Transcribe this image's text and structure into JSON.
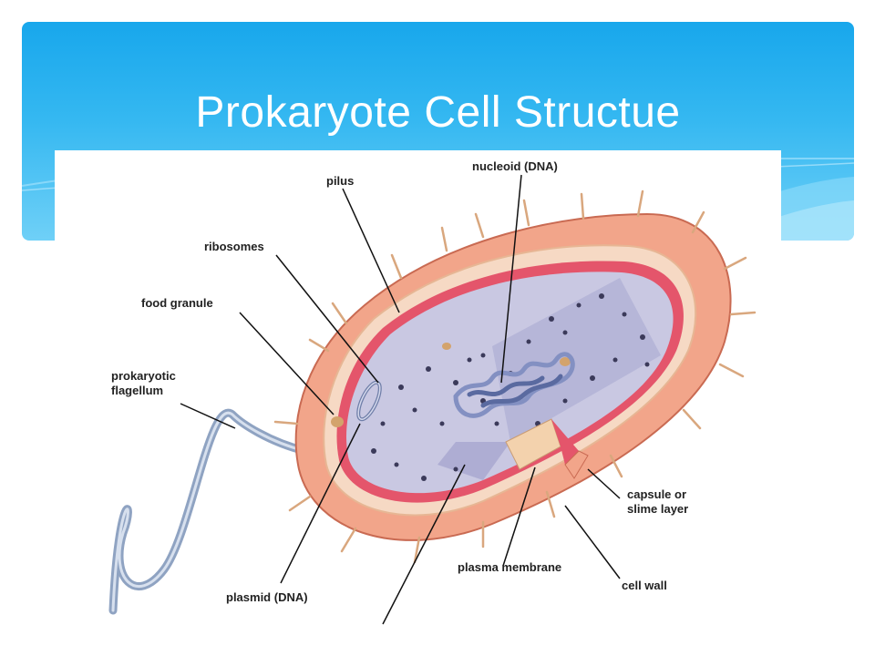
{
  "slide": {
    "title": "Prokaryote Cell Structue"
  },
  "diagram": {
    "labels": {
      "nucleoid": "nucleoid (DNA)",
      "pilus": "pilus",
      "ribosomes": "ribosomes",
      "food_granule": "food granule",
      "flagellum_line1": "prokaryotic",
      "flagellum_line2": "flagellum",
      "capsule_line1": "capsule or",
      "capsule_line2": "slime layer",
      "plasma_membrane": "plasma membrane",
      "cell_wall": "cell wall",
      "plasmid": "plasmid (DNA)"
    }
  },
  "colors": {
    "header_blue": "#18a7ec",
    "capsule": "#f2a58a",
    "cytoplasm": "#c9c8e2",
    "membrane": "#e4556b"
  }
}
